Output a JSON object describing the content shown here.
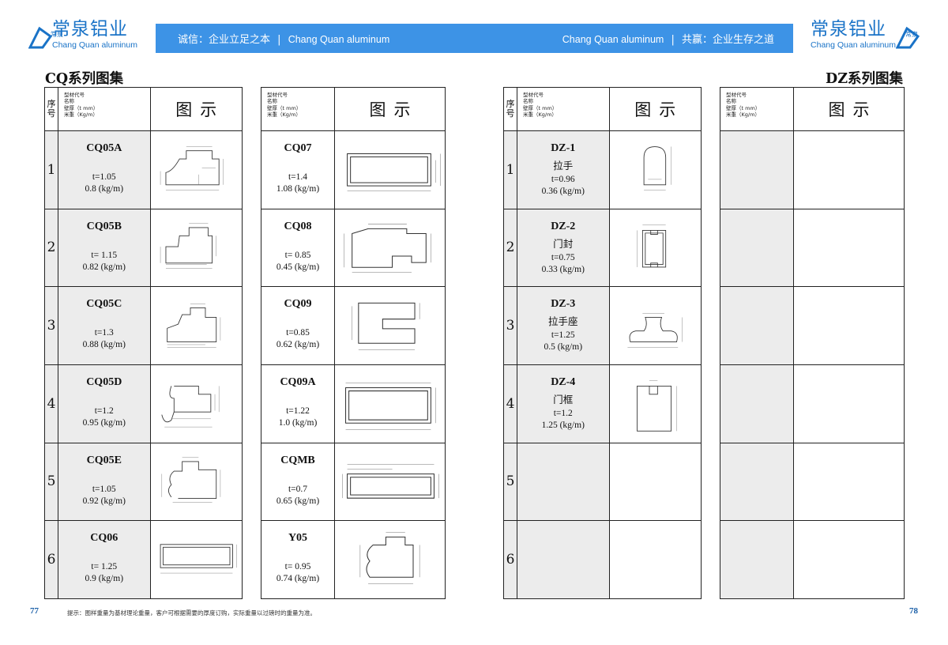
{
  "header": {
    "logo_cn": "常泉铝业",
    "logo_en": "Chang Quan aluminum",
    "logo_mark_text": "常泉",
    "banner_left_cn": "诚信：企业立足之本",
    "banner_left_en": "Chang Quan aluminum",
    "banner_right_en": "Chang Quan aluminum",
    "banner_right_cn": "共赢：企业生存之道",
    "separator": "|"
  },
  "titles": {
    "left": "CQ系列图集",
    "right": "DZ系列图集"
  },
  "table_header": {
    "no_label": "序号",
    "info_lines": [
      "型材代号",
      "名称",
      "壁厚（t mm）",
      "米重（Kg/m）"
    ],
    "figure_label": "图示"
  },
  "row_numbers": [
    "1",
    "2",
    "3",
    "4",
    "5",
    "6"
  ],
  "cq_col1": [
    {
      "code": "CQ05A",
      "thickness": "t=1.05",
      "weight": "0.8 (kg/m)"
    },
    {
      "code": "CQ05B",
      "thickness": "t= 1.15",
      "weight": "0.82 (kg/m)"
    },
    {
      "code": "CQ05C",
      "thickness": "t=1.3",
      "weight": "0.88 (kg/m)"
    },
    {
      "code": "CQ05D",
      "thickness": "t=1.2",
      "weight": "0.95 (kg/m)"
    },
    {
      "code": "CQ05E",
      "thickness": "t=1.05",
      "weight": "0.92 (kg/m)"
    },
    {
      "code": "CQ06",
      "thickness": "t= 1.25",
      "weight": "0.9 (kg/m)"
    }
  ],
  "cq_col2": [
    {
      "code": "CQ07",
      "thickness": "t=1.4",
      "weight": "1.08 (kg/m)"
    },
    {
      "code": "CQ08",
      "thickness": "t= 0.85",
      "weight": "0.45 (kg/m)"
    },
    {
      "code": "CQ09",
      "thickness": "t=0.85",
      "weight": "0.62 (kg/m)"
    },
    {
      "code": "CQ09A",
      "thickness": "t=1.22",
      "weight": "1.0 (kg/m)"
    },
    {
      "code": "CQMB",
      "thickness": "t=0.7",
      "weight": "0.65 (kg/m)"
    },
    {
      "code": "Y05",
      "thickness": "t= 0.95",
      "weight": "0.74 (kg/m)"
    }
  ],
  "dz": [
    {
      "code": "DZ-1",
      "name": "拉手",
      "thickness": "t=0.96",
      "weight": "0.36 (kg/m)"
    },
    {
      "code": "DZ-2",
      "name": "门封",
      "thickness": "t=0.75",
      "weight": "0.33 (kg/m)"
    },
    {
      "code": "DZ-3",
      "name": "拉手座",
      "thickness": "t=1.25",
      "weight": "0.5 (kg/m)"
    },
    {
      "code": "DZ-4",
      "name": "门框",
      "thickness": "t=1.2",
      "weight": "1.25 (kg/m)"
    }
  ],
  "footer": {
    "note": "提示：图样重量为基材理论重量，客户可根据需要的厚度订购，实际重量以过磅时的重量为准。",
    "page_left": "77",
    "page_right": "78"
  }
}
